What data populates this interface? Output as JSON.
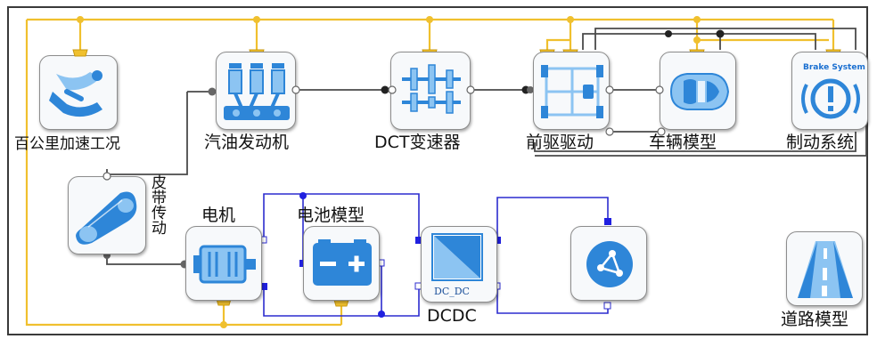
{
  "colors": {
    "signal": "#f0c02e",
    "mechanical": "#4a4a4a",
    "electrical": "#2c2ccf",
    "icon_blue": "#2e86d8",
    "icon_light": "#8cc4f2"
  },
  "blocks": {
    "drive_cycle": {
      "label": "百公里加速工况",
      "icon": "driver-seat-icon"
    },
    "engine": {
      "label": "汽油发动机",
      "icon": "engine-cylinders-icon"
    },
    "dct": {
      "label": "DCT变速器",
      "icon": "gearbox-icon"
    },
    "fwd": {
      "label": "前驱驱动",
      "icon": "chassis-icon"
    },
    "vehicle": {
      "label": "车辆模型",
      "icon": "car-top-icon"
    },
    "brake": {
      "label": "制动系统",
      "icon": "brake-warning-icon",
      "badge": "Brake System"
    },
    "belt": {
      "label": "皮带传动",
      "icon": "belt-pulley-icon"
    },
    "motor": {
      "label": "电机",
      "icon": "electric-motor-icon"
    },
    "battery": {
      "label": "电池模型",
      "icon": "battery-icon"
    },
    "dcdc": {
      "label": "DCDC",
      "icon": "dcdc-converter-icon",
      "inner_text": "DC_DC"
    },
    "bus": {
      "label": "",
      "icon": "network-node-icon"
    },
    "road": {
      "label": "道路模型",
      "icon": "road-icon"
    }
  }
}
